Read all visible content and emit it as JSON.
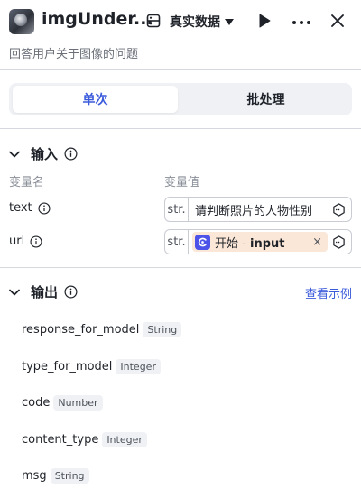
{
  "header": {
    "title": "imgUnder...",
    "data_mode": "真实数据",
    "data_icon": "database-icon",
    "play_icon": "play-icon",
    "more_icon": "more-icon",
    "close_icon": "close-icon"
  },
  "subtitle": "回答用户关于图像的问题",
  "tabs": [
    {
      "label": "单次",
      "active": true
    },
    {
      "label": "批处理",
      "active": false
    }
  ],
  "input": {
    "title": "输入",
    "col_name": "变量名",
    "col_value": "变量值",
    "params": [
      {
        "name": "text",
        "type": "str.",
        "value": "请判断照片的人物性别"
      },
      {
        "name": "url",
        "type": "str.",
        "ref_label": "开始",
        "ref_sep": " - ",
        "ref_field": "input",
        "remove": "×"
      }
    ]
  },
  "output": {
    "title": "输出",
    "example_link": "查看示例",
    "fields": [
      {
        "name": "response_for_model",
        "type": "String"
      },
      {
        "name": "type_for_model",
        "type": "Integer"
      },
      {
        "name": "code",
        "type": "Number"
      },
      {
        "name": "content_type",
        "type": "Integer"
      },
      {
        "name": "msg",
        "type": "String"
      }
    ]
  },
  "colors": {
    "accent": "#3b5bdb",
    "chip_bg": "#fbe7d7",
    "start_icon": "#4d53e8"
  }
}
